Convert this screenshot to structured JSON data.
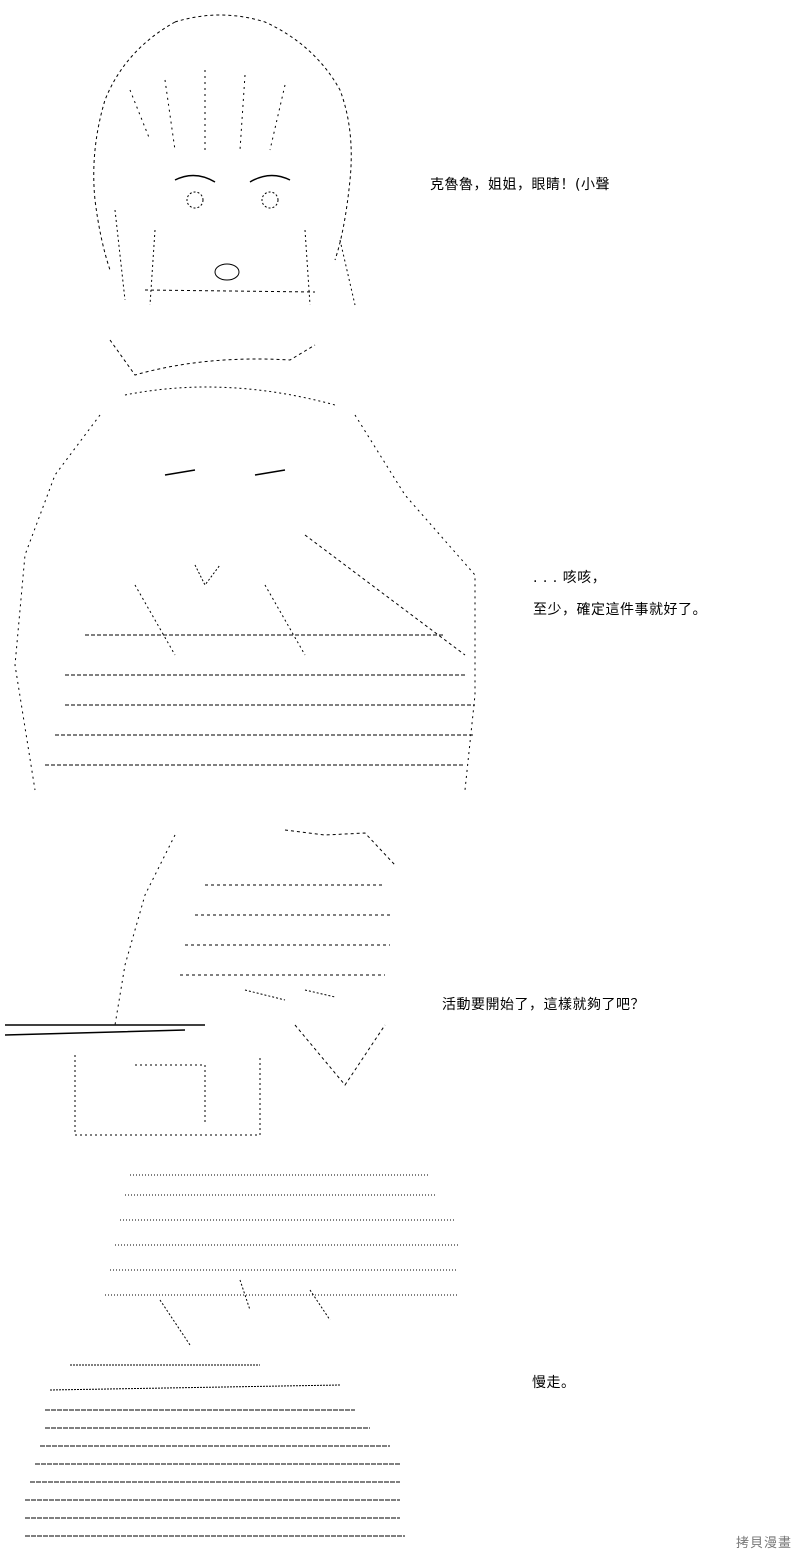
{
  "panels": [
    {
      "lines": [
        "克魯魯，姐姐，眼睛！(小聲"
      ]
    },
    {
      "lines": [
        ". . . 咳咳，",
        "至少，確定這件事就好了。"
      ]
    },
    {
      "lines": [
        "活動要開始了，這樣就夠了吧？"
      ]
    },
    {
      "lines": [
        "慢走。"
      ]
    }
  ],
  "watermark": "拷貝漫畫",
  "colors": {
    "ink": "#000000",
    "paper": "#ffffff",
    "watermark": "#777777"
  }
}
